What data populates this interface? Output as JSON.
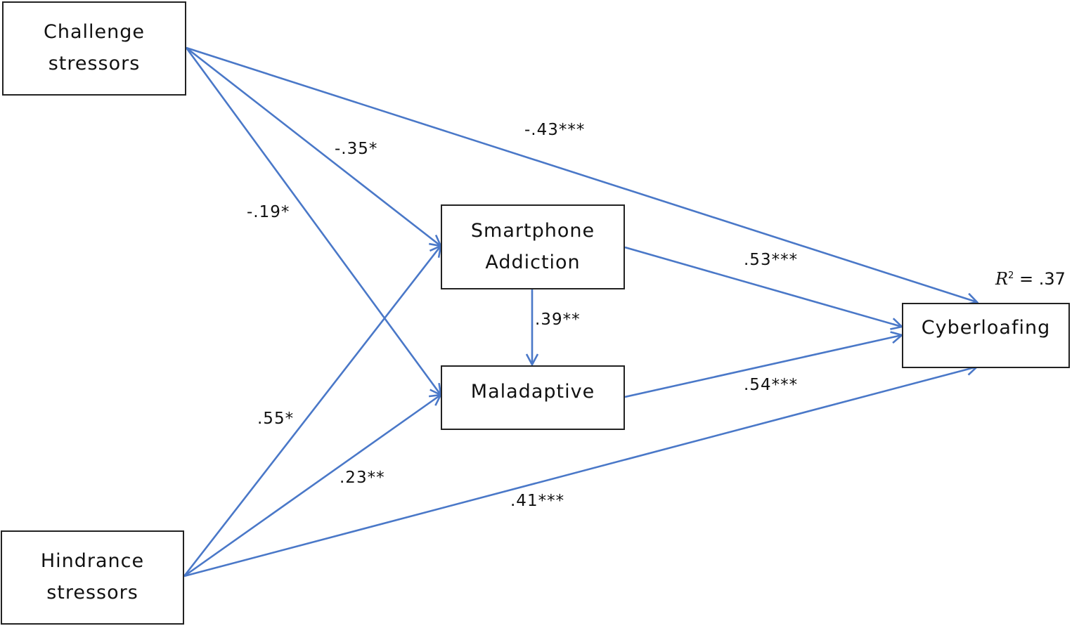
{
  "nodes": {
    "challenge": {
      "line1": "Challenge",
      "line2": "stressors"
    },
    "hindrance": {
      "line1": "Hindrance",
      "line2": "stressors"
    },
    "smartphone": {
      "line1": "Smartphone",
      "line2": "Addiction"
    },
    "maladaptive": {
      "line1": "Maladaptive"
    },
    "cyberloafing": {
      "line1": "Cyberloafing"
    }
  },
  "coefficients": {
    "challenge_to_cyberloafing": "-.43***",
    "challenge_to_smartphone": "-.35*",
    "challenge_to_maladaptive": "-.19*",
    "smartphone_to_cyberloafing": ".53***",
    "smartphone_to_maladaptive": ".39**",
    "maladaptive_to_cyberloafing": ".54***",
    "hindrance_to_smartphone": ".55*",
    "hindrance_to_maladaptive": ".23**",
    "hindrance_to_cyberloafing": ".41***"
  },
  "r_squared": {
    "symbol": "R",
    "exponent": "2",
    "value": "= .37"
  },
  "colors": {
    "arrow": "#4a78c8",
    "box_border": "#222222",
    "text": "#111111"
  }
}
